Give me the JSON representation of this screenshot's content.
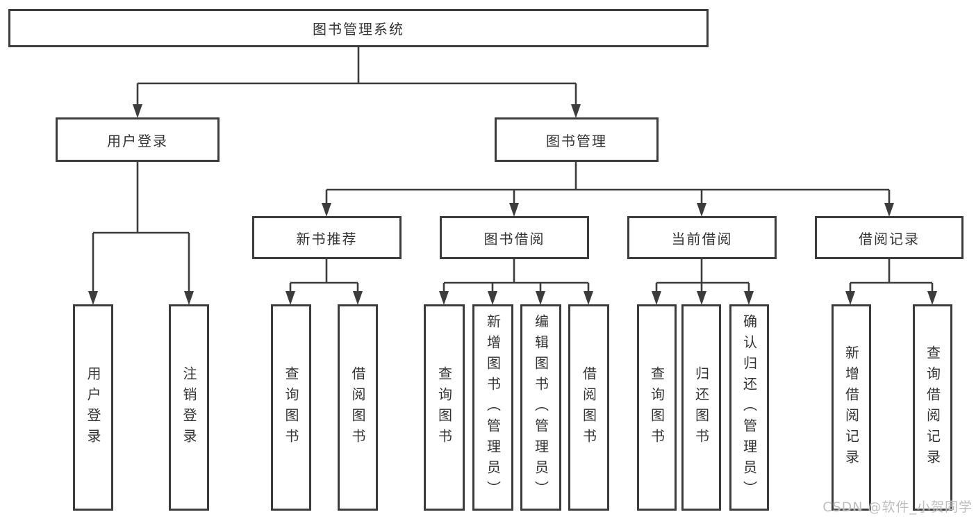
{
  "diagram": {
    "type": "hierarchy-tree",
    "root": {
      "label": "图书管理系统"
    },
    "level2": [
      {
        "label": "用户登录",
        "parent": "图书管理系统"
      },
      {
        "label": "图书管理",
        "parent": "图书管理系统"
      }
    ],
    "level3": [
      {
        "label": "新书推荐",
        "parent": "图书管理"
      },
      {
        "label": "图书借阅",
        "parent": "图书管理"
      },
      {
        "label": "当前借阅",
        "parent": "图书管理"
      },
      {
        "label": "借阅记录",
        "parent": "图书管理"
      }
    ],
    "leaves": [
      {
        "label": "用户登录",
        "parent": "用户登录"
      },
      {
        "label": "注销登录",
        "parent": "用户登录"
      },
      {
        "label": "查询图书",
        "parent": "新书推荐"
      },
      {
        "label": "借阅图书",
        "parent": "新书推荐"
      },
      {
        "label": "查询图书",
        "parent": "图书借阅"
      },
      {
        "label": "新增图书（管理员）",
        "parent": "图书借阅"
      },
      {
        "label": "编辑图书（管理员）",
        "parent": "图书借阅"
      },
      {
        "label": "借阅图书",
        "parent": "图书借阅"
      },
      {
        "label": "查询图书",
        "parent": "当前借阅"
      },
      {
        "label": "归还图书",
        "parent": "当前借阅"
      },
      {
        "label": "确认归还（管理员）",
        "parent": "当前借阅"
      },
      {
        "label": "新增借阅记录",
        "parent": "借阅记录"
      },
      {
        "label": "查询借阅记录",
        "parent": "借阅记录"
      }
    ]
  },
  "watermark": {
    "text": "CSDN @软件_小贺同学"
  },
  "colors": {
    "border": "#3c3c3c",
    "line": "#3c3c3c",
    "text": "#333333",
    "background": "#ffffff",
    "watermark": "#b9b9b9"
  }
}
